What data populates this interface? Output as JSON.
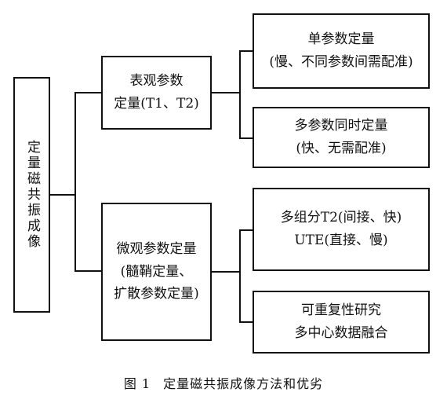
{
  "root": {
    "label": "定量磁共振成像"
  },
  "branches": [
    {
      "lines": [
        "表观参数",
        "定量(T1、T2)"
      ]
    },
    {
      "lines": [
        "微观参数定量",
        "(髓鞘定量、",
        "扩散参数定量)"
      ]
    }
  ],
  "leaves": [
    {
      "lines": [
        "单参数定量",
        "(慢、不同参数间需配准)"
      ]
    },
    {
      "lines": [
        "多参数同时定量",
        "(快、无需配准)"
      ]
    },
    {
      "lines": [
        "多组分T2(间接、快)",
        "UTE(直接、慢)"
      ]
    },
    {
      "lines": [
        "可重复性研究",
        "多中心数据融合"
      ]
    }
  ],
  "caption": {
    "number": "图 1",
    "text": "定量磁共振成像方法和优劣"
  }
}
